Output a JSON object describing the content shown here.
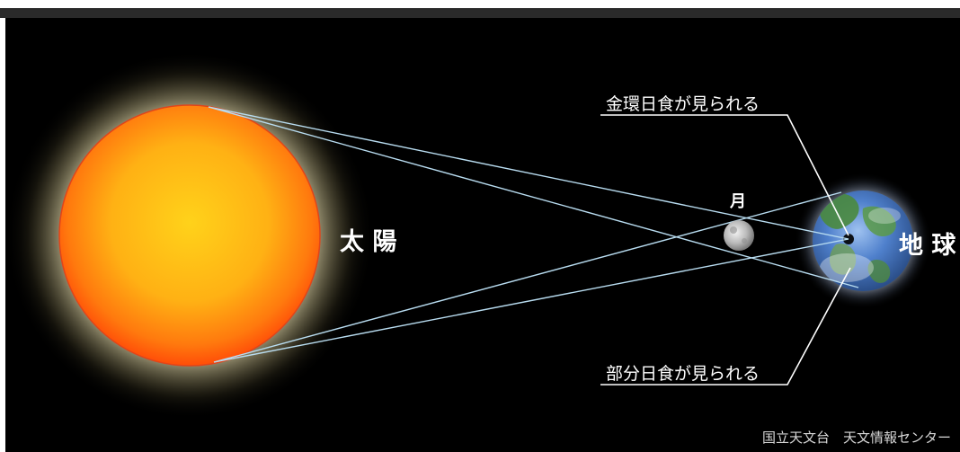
{
  "labels": {
    "sun": "太 陽",
    "earth": "地 球",
    "moon": "月",
    "annular": "金環日食が見られる",
    "partial": "部分日食が見られる",
    "credit": "国立天文台　天文情報センター"
  },
  "colors": {
    "background": "#000000",
    "sun_core": "#ffd21a",
    "sun_edge": "#ff5a0a",
    "sun_glow": "#fff3b0",
    "ray": "#b8dcf0",
    "earth_ocean": "#3f78c9",
    "earth_land": "#4a8a3e"
  }
}
